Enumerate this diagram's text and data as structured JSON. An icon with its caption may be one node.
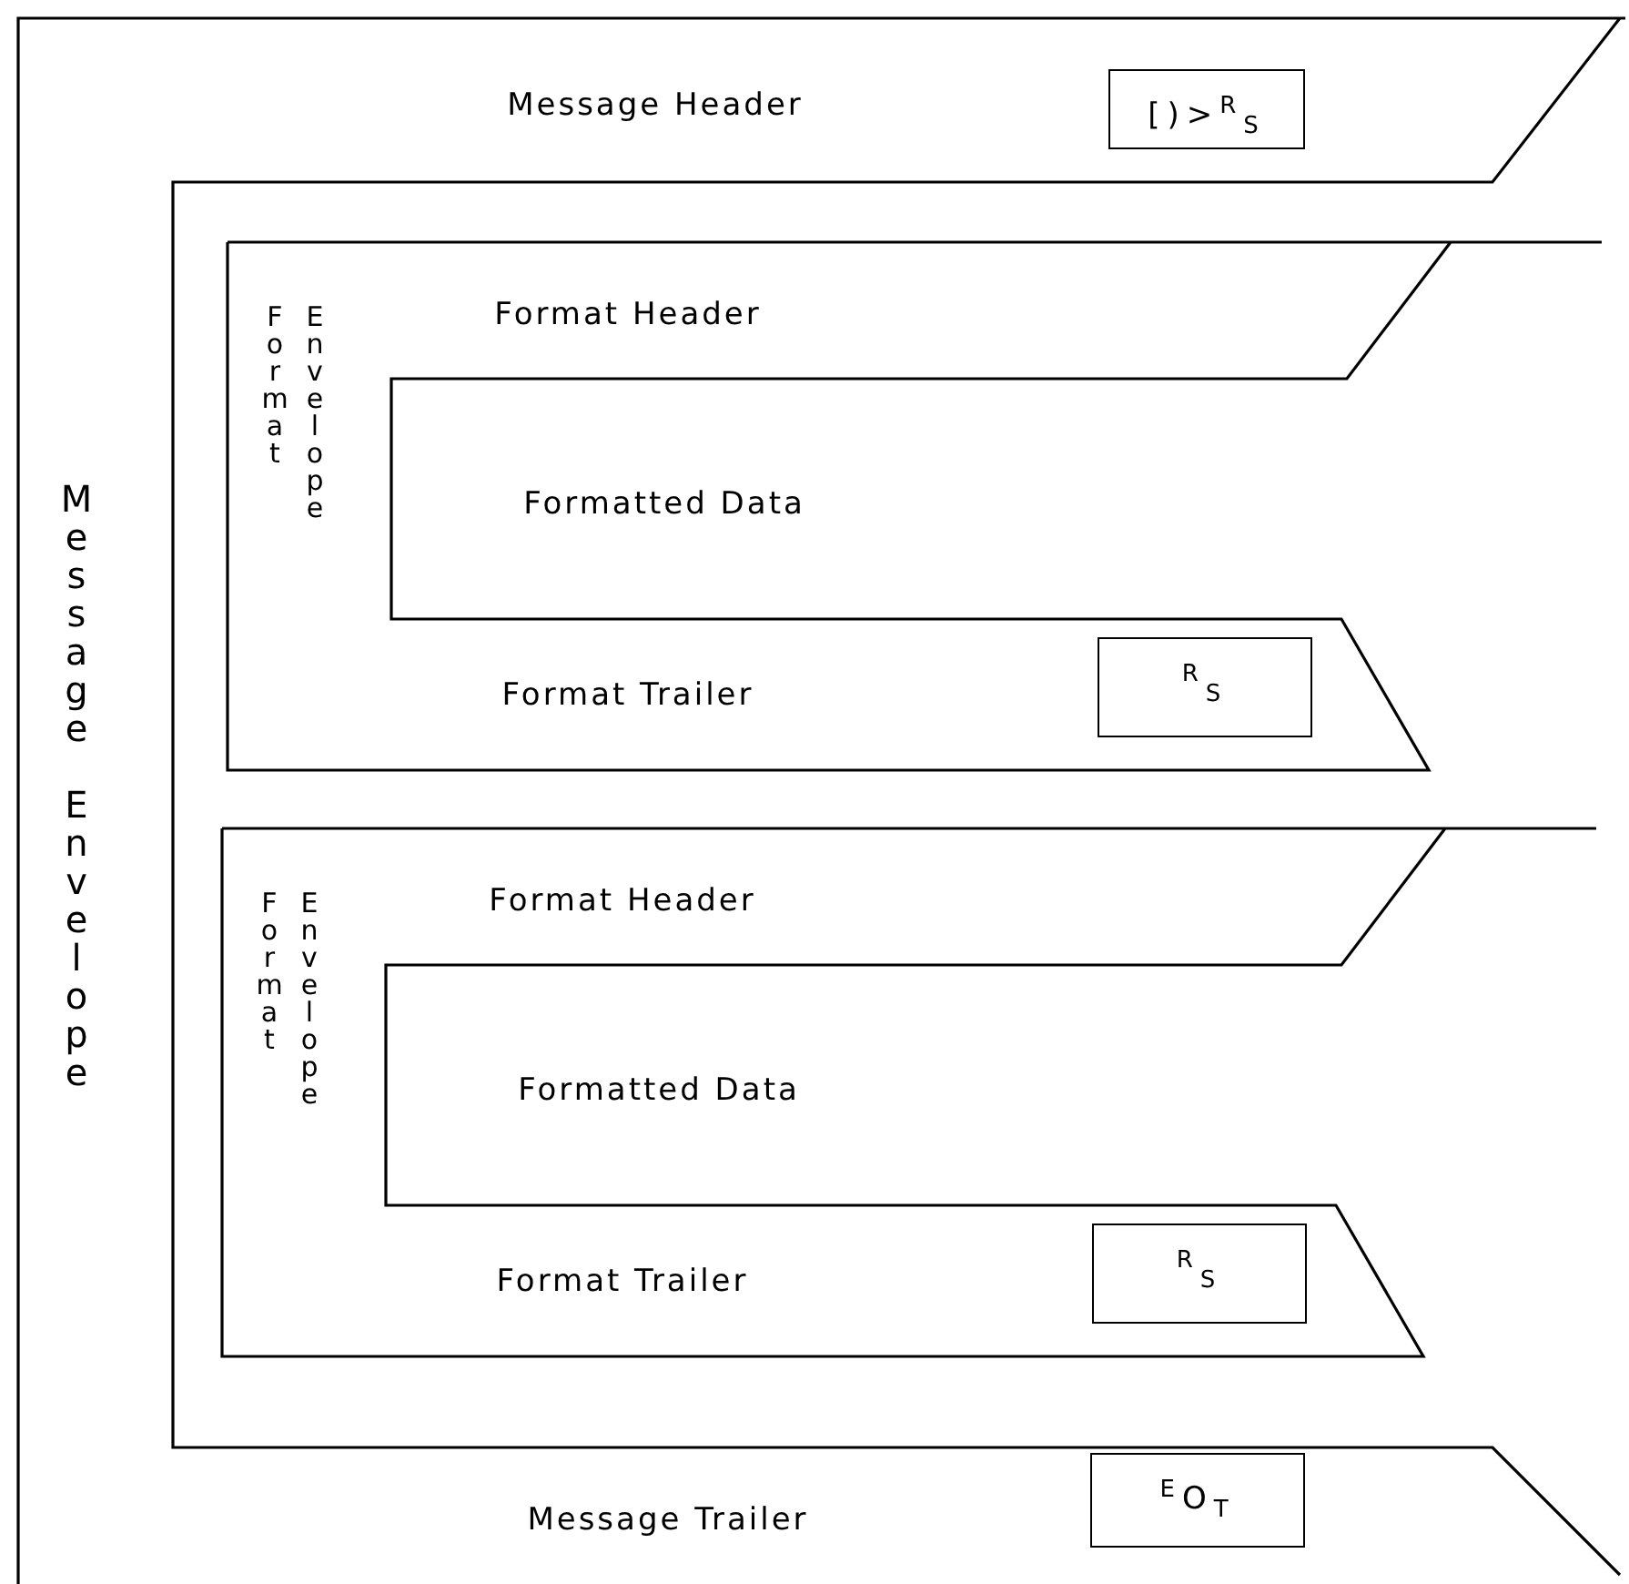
{
  "diagram": {
    "nodes": [
      {
        "text": [
          "Message Header",
          "Message Envelope",
          "Message Trailer"
        ]
      },
      {
        "text": [
          "[)>$^{R}$$_{S}$"
        ],
        "in": 0
      },
      {
        "text": [
          "Format Header",
          "Format Envelope",
          "Formatted Data",
          "Format Trailer"
        ],
        "in": 0
      },
      {
        "text": [
          "$^{R}$$_{S}$"
        ],
        "in": 2
      },
      {
        "text": [
          "Format Header",
          "Format Envelope",
          "Formatted Data",
          "Format Trailer"
        ],
        "in": 0
      },
      {
        "text": [
          "$^{R}$$_{S}$"
        ],
        "in": 4
      },
      {
        "text": [
          "$^{E}$O$_{T}$"
        ],
        "in": 0
      }
    ],
    "edges": []
  }
}
